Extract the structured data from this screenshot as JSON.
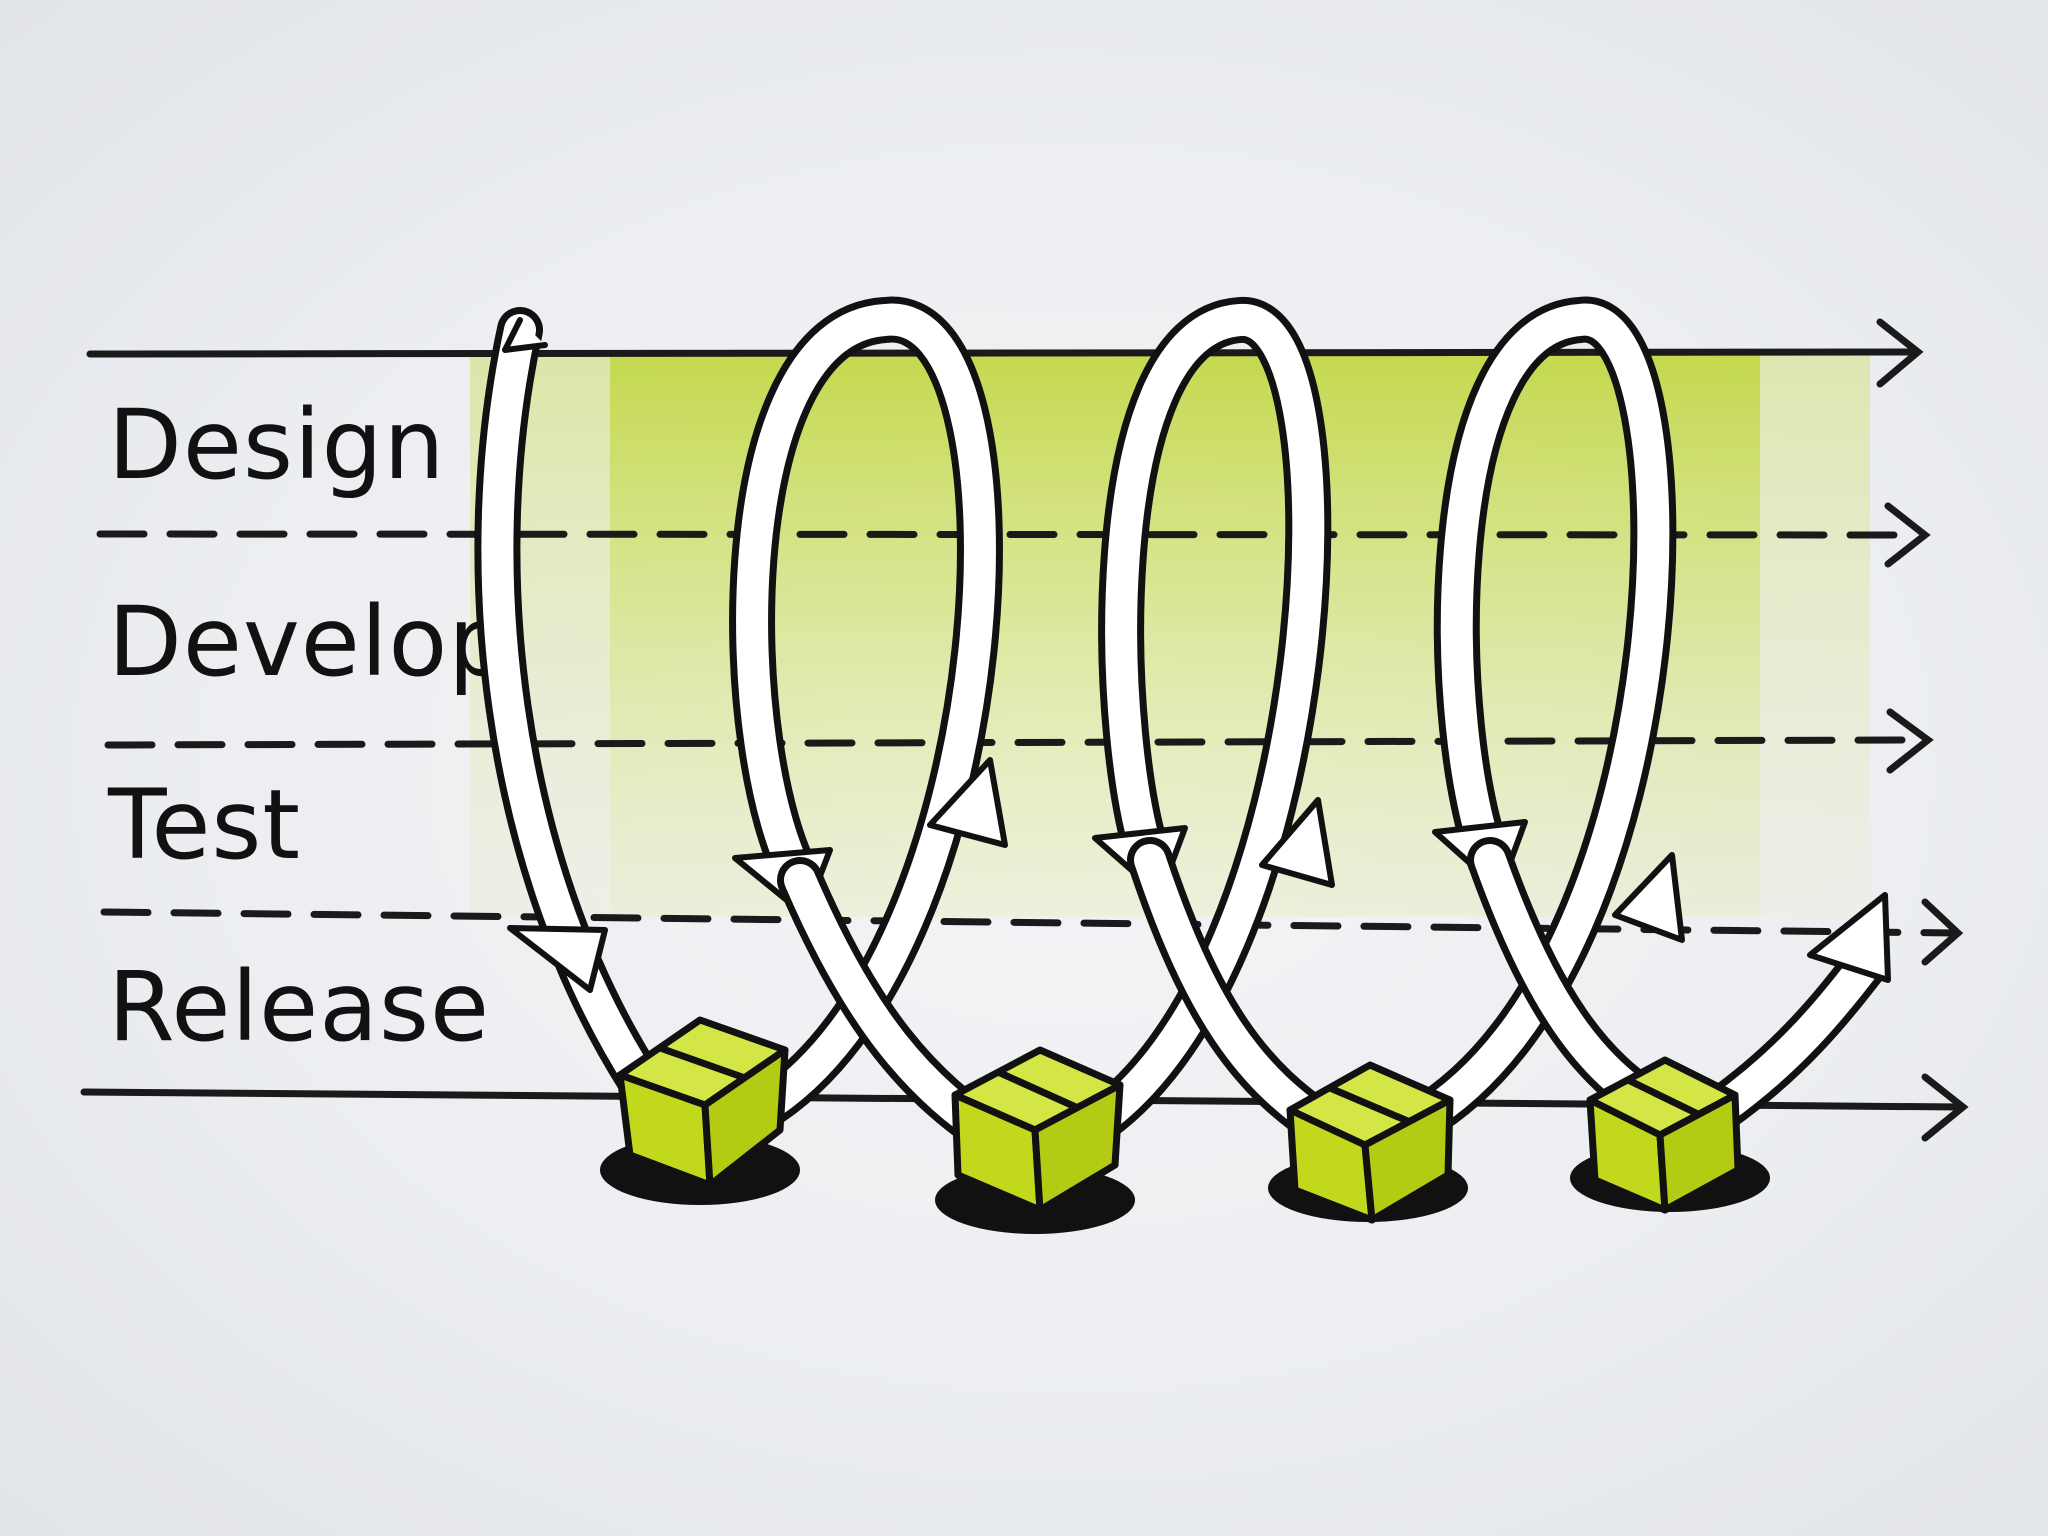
{
  "diagram": {
    "lanes": [
      {
        "label": "Design"
      },
      {
        "label": "Develop"
      },
      {
        "label": "Test"
      },
      {
        "label": "Release"
      }
    ],
    "release_count": 4
  },
  "colors": {
    "band": "#c2d62f",
    "box_face": "#c5da1e",
    "box_top": "#d6e84a",
    "ink": "#111111",
    "arrow_fill": "#ffffff",
    "background": "#eceef1"
  }
}
